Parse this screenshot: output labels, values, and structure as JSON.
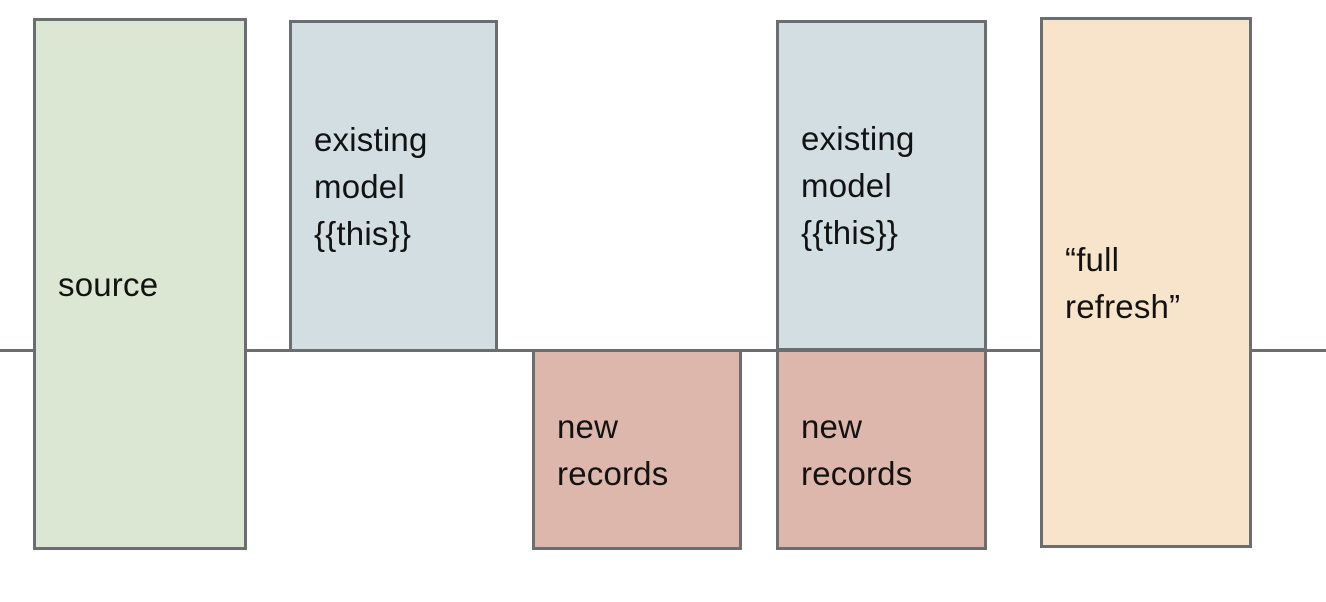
{
  "canvas": {
    "background": "#ffffff",
    "border_color": "#6b6e70",
    "text_color": "#121212"
  },
  "divider_line": {
    "color": "#6b6e70"
  },
  "boxes": [
    {
      "name": "source",
      "fill": "#dbe7d2",
      "lines": [
        "source"
      ]
    },
    {
      "name": "existing-model-left",
      "fill": "#d2dee2",
      "lines": [
        "existing",
        "model",
        "{{this}}"
      ]
    },
    {
      "name": "new-records-left",
      "fill": "#ddb6ac",
      "lines": [
        "new",
        "records"
      ]
    },
    {
      "name": "existing-model-right",
      "fill": "#d2dee2",
      "lines": [
        "existing",
        "model",
        "{{this}}"
      ]
    },
    {
      "name": "new-records-right",
      "fill": "#ddb6ac",
      "lines": [
        "new",
        "records"
      ]
    },
    {
      "name": "full-refresh",
      "fill": "#f8e4cb",
      "lines": [
        "“full",
        "refresh”"
      ]
    }
  ]
}
